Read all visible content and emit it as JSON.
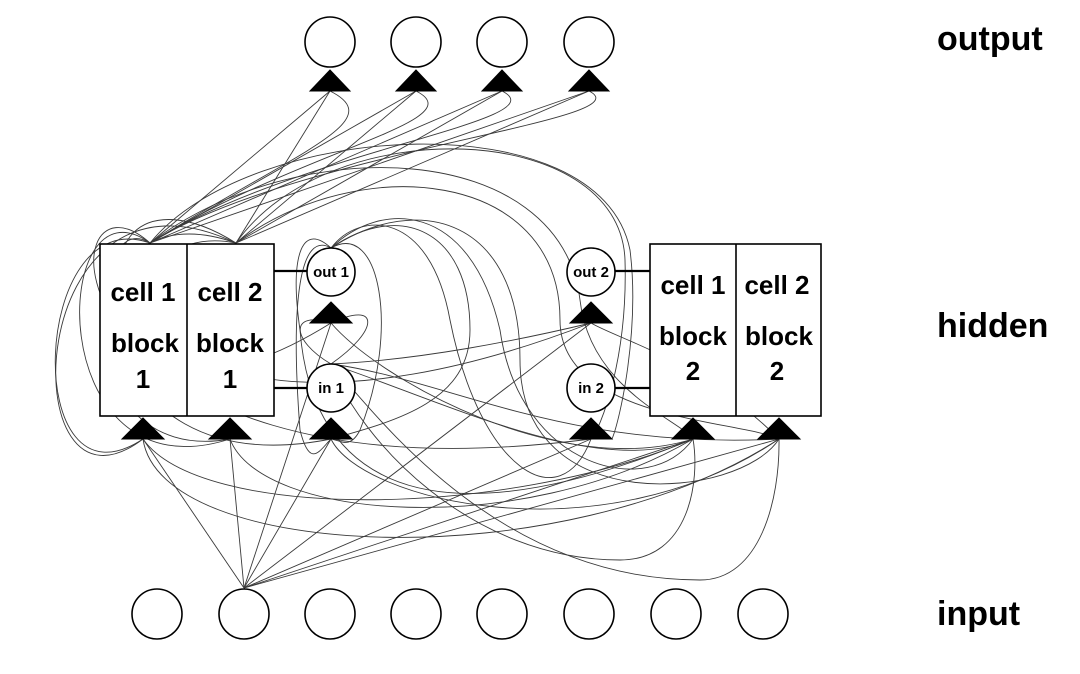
{
  "layers": {
    "output": "output",
    "hidden": "hidden",
    "input": "input"
  },
  "blocks": [
    {
      "cells": [
        {
          "cell_label": "cell 1",
          "block_label": "block",
          "block_number": "1"
        },
        {
          "cell_label": "cell 2",
          "block_label": "block",
          "block_number": "1"
        }
      ],
      "out_gate": "out 1",
      "in_gate": "in 1"
    },
    {
      "cells": [
        {
          "cell_label": "cell 1",
          "block_label": "block",
          "block_number": "2"
        },
        {
          "cell_label": "cell 2",
          "block_label": "block",
          "block_number": "2"
        }
      ],
      "out_gate": "out 2",
      "in_gate": "in 2"
    }
  ],
  "output_unit_count": 4,
  "input_unit_count": 8
}
